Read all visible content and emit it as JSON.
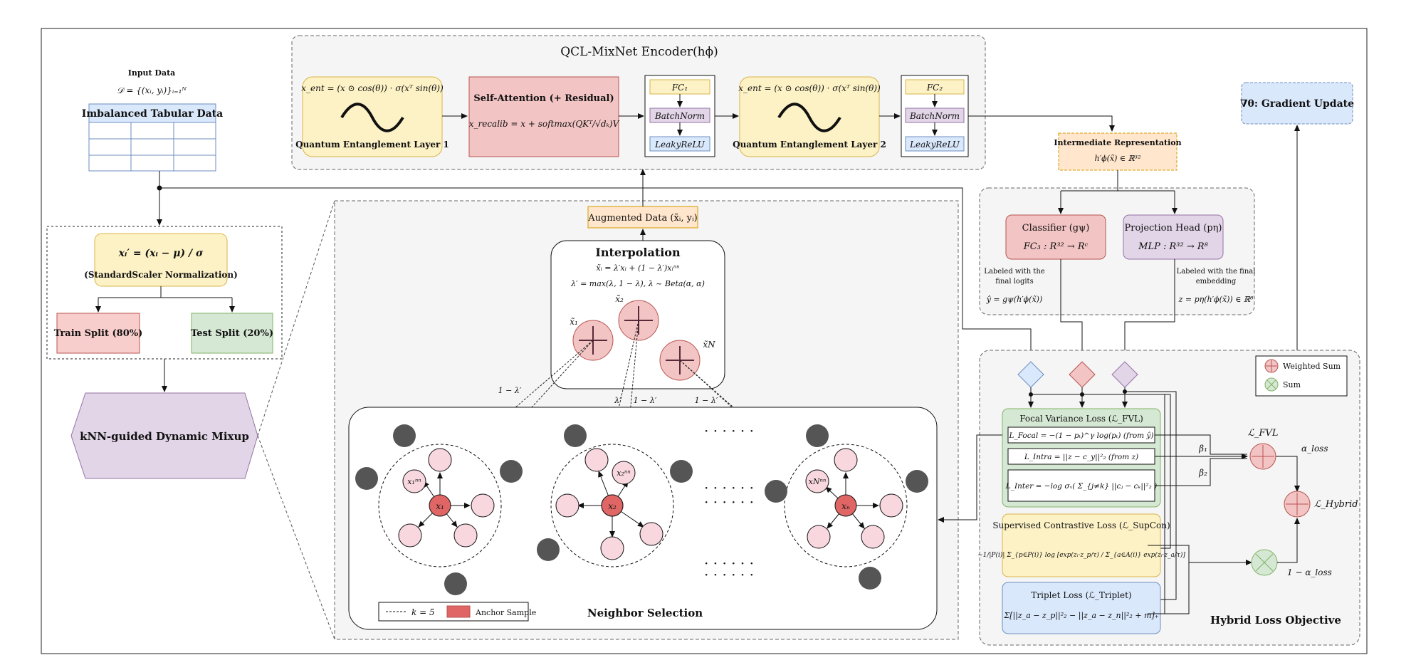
{
  "input": {
    "title": "Input Data",
    "formula": "𝒟 = {(xᵢ, yᵢ)}ᵢ₌₁ᴺ",
    "table_title": "Imbalanced Tabular Data"
  },
  "preprocess": {
    "formula": "xᵢ′ = (xᵢ − μ) / σ",
    "caption": "(StandardScaler Normalization)",
    "train": "Train Split (80%)",
    "test": "Test Split (20%)"
  },
  "mixup": {
    "label": "kNN-guided Dynamic Mixup"
  },
  "encoder": {
    "title": "QCL-MixNet Encoder(hϕ)",
    "q1_formula": "x_ent = (x ⊙ cos(θ)) · σ(xᵀ sin(θ))",
    "q1_label": "Quantum Entanglement Layer 1",
    "attn_title": "Self-Attention (+ Residual)",
    "attn_formula": "x_recalib = x + softmax(QKᵀ/√dₖ)V",
    "fc1": {
      "fc": "FC₁",
      "bn": "BatchNorm",
      "act": "LeakyReLU"
    },
    "q2_formula": "x_ent = (x ⊙ cos(θ)) · σ(xᵀ sin(θ))",
    "q2_label": "Quantum Entanglement Layer 2",
    "fc2": {
      "fc": "FC₂",
      "bn": "BatchNorm",
      "act": "LeakyReLU"
    }
  },
  "intermediate": {
    "title": "Intermediate Representation",
    "formula": "h′ϕ(x̃) ∈ ℝ³²"
  },
  "gradient": {
    "label": "∇θ: Gradient Update"
  },
  "augmented": {
    "label": "Augmented Data (x̃ᵢ, yᵢ)"
  },
  "interpolation": {
    "title": "Interpolation",
    "eq1": "x̃ᵢ = λ′xᵢ + (1 − λ′)xᵢⁿⁿ",
    "eq2": "λ′ = max(λ, 1 − λ),  λ ~ Beta(α, α)",
    "p1": "x̃₁",
    "p2": "x̃₂",
    "pn": "x̃N",
    "w1": "1 − λ′",
    "w2": "λ′",
    "w3": "λ′",
    "w4": "1 − λ′",
    "w5": "1 − λ′",
    "w6": "λ′"
  },
  "neighbor": {
    "title": "Neighbor Selection",
    "a1": "x₁",
    "n1": "x₁ⁿⁿ",
    "a2": "x₂",
    "n2": "x₂ⁿⁿ",
    "an": "xₙ",
    "nn": "xNⁿⁿ",
    "legend_k": "k = 5",
    "legend_anchor": "Anchor Sample"
  },
  "heads": {
    "cls_title": "Classifier (gψ)",
    "cls_formula": "FC₃ : R³² → Rᶜ",
    "proj_title": "Projection Head (pη)",
    "proj_formula": "MLP : R³² → R⁸",
    "cls_note1": "Labeled with the",
    "cls_note2": "final logits",
    "cls_eq": "ŷ = gψ(h′ϕ(x̃))",
    "proj_note1": "Labeled with the final",
    "proj_note2": "embedding",
    "proj_eq": "z = pη(h′ϕ(x̃)) ∈ ℝ⁸"
  },
  "loss": {
    "legend_weighted": "Weighted Sum",
    "legend_sum": "Sum",
    "fvl_title": "Focal Variance Loss (ℒ_FVL)",
    "focal": "L_Focal = −(1 − pₜ)^γ log(pₜ) (from ŷ)",
    "intra": "L_Intra = ||z − c_y||²₂ (from z)",
    "inter": "L_Inter = −log σₓ( Σ_{j≠k} ||cⱼ − cₖ||²₂ )",
    "supcon_title": "Supervised Contrastive Loss (ℒ_SupCon)",
    "supcon_formula": "−1/|P(i)| Σ_{p∈P(i)} log [exp(zᵢ·z_p/τ) / Σ_{a∈A(i)} exp(zᵢ·z_a/τ)]",
    "triplet_title": "Triplet Loss (ℒ_Triplet)",
    "triplet_formula": "Σ[||z_a − z_p||²₂ − ||z_a − z_n||²₂ + m]₊",
    "beta1": "β₁",
    "beta2": "β₂",
    "l_fvl": "ℒ_FVL",
    "alpha": "α_loss",
    "one_minus_alpha": "1 − α_loss",
    "l_hybrid": "ℒ_Hybrid",
    "title": "Hybrid Loss Objective"
  },
  "colors": {
    "yellow": "#fdf2c6",
    "yellow_border": "#d9b44a",
    "red": "#f2c4c4",
    "red_border": "#b85450",
    "blue": "#dae8fc",
    "blue_border": "#6c8ebf",
    "green": "#d5e8d4",
    "green_border": "#82b366",
    "purple": "#e1d5e7",
    "purple_border": "#9673a6",
    "orange": "#ffe6cc",
    "orange_border": "#d79b00",
    "gray_bg": "#f5f5f5",
    "dark_node": "#555555",
    "anchor": "#e06666",
    "pink": "#f8d7df"
  }
}
